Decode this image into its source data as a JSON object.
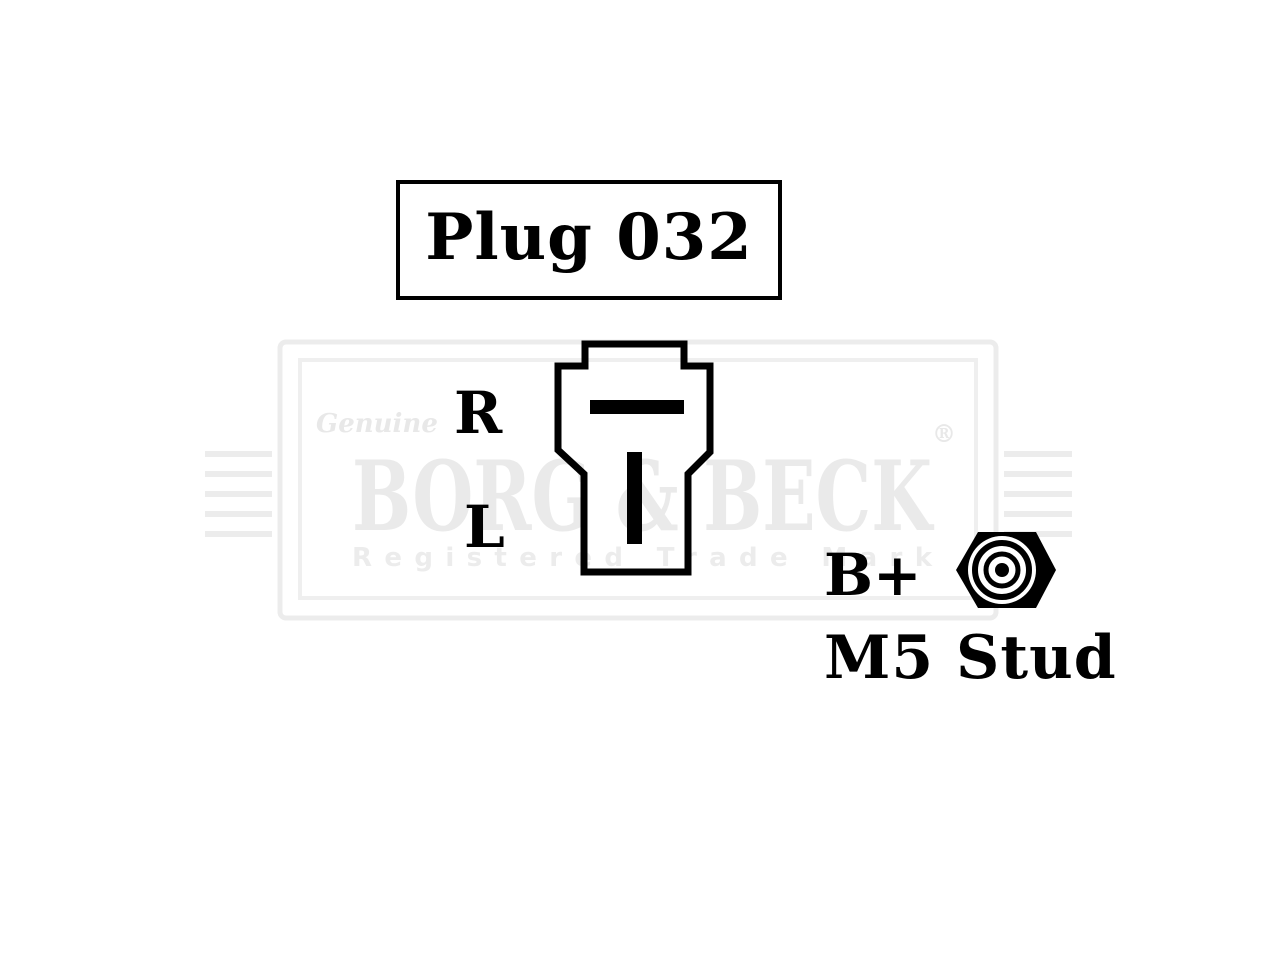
{
  "title": "Plug 032",
  "pins": {
    "upper": "R",
    "lower": "L"
  },
  "terminal": {
    "label": "B+",
    "description": "M5 Stud"
  },
  "watermark": {
    "script_word": "Genuine",
    "brand": "BORG & BECK",
    "registered_mark": "®",
    "tagline": "Registered Trade Mark"
  },
  "colors": {
    "ink": "#000000",
    "watermark": "#e6e6e6",
    "background": "#ffffff"
  },
  "icons": {
    "connector": "plug-connector-icon",
    "stud": "hex-stud-icon"
  }
}
